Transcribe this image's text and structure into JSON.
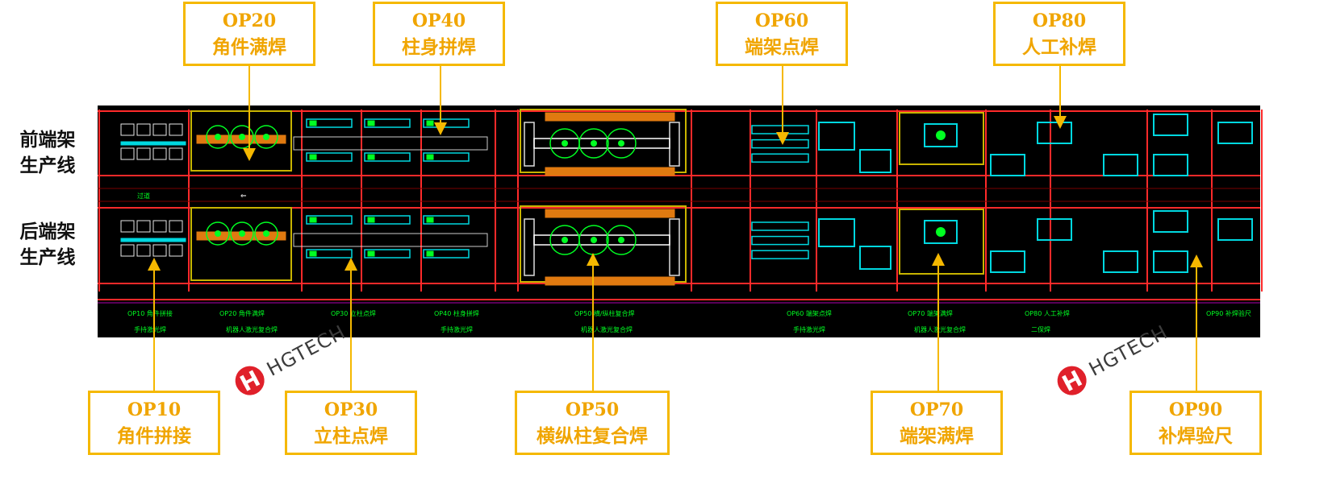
{
  "rows": [
    {
      "label": "前端架\n生产线",
      "line1": "前端架",
      "line2": "生产线"
    },
    {
      "label": "后端架\n生产线",
      "line1": "后端架",
      "line2": "生产线"
    }
  ],
  "callouts_top": [
    {
      "code": "OP20",
      "name": "角件满焊"
    },
    {
      "code": "OP40",
      "name": "柱身拼焊"
    },
    {
      "code": "OP60",
      "name": "端架点焊"
    },
    {
      "code": "OP80",
      "name": "人工补焊"
    }
  ],
  "callouts_bottom": [
    {
      "code": "OP10",
      "name": "角件拼接"
    },
    {
      "code": "OP30",
      "name": "立柱点焊"
    },
    {
      "code": "OP50",
      "name": "横纵柱复合焊"
    },
    {
      "code": "OP70",
      "name": "端架满焊"
    },
    {
      "code": "OP90",
      "name": "补焊验尺"
    }
  ],
  "legend_row1": [
    "OP10 角件拼接",
    "OP20 角件满焊",
    "OP30 立柱点焊",
    "OP40 柱身拼焊",
    "OP50 横/纵柱复合焊",
    "OP60 端架点焊",
    "OP70 端架满焊",
    "OP80 人工补焊",
    "OP90 补焊验尺"
  ],
  "legend_row2": [
    "手持激光焊",
    "机器人激光复合焊",
    "",
    "手持激光焊",
    "机器人激光复合焊",
    "手持激光焊",
    "机器人激光复合焊",
    "二保焊",
    ""
  ],
  "aisle_label": "过道",
  "logo": {
    "text": "HGTECH",
    "mark": "hgtech-logo-icon"
  },
  "colors": {
    "callout_border": "#f5b800",
    "callout_text": "#f0a500",
    "cad_background": "#000000",
    "rail": "#ff2a2a",
    "fixture": "#00d8e0",
    "robot": "#00ff22",
    "conveyor": "#e07a10",
    "cell_frame": "#c8b400"
  }
}
